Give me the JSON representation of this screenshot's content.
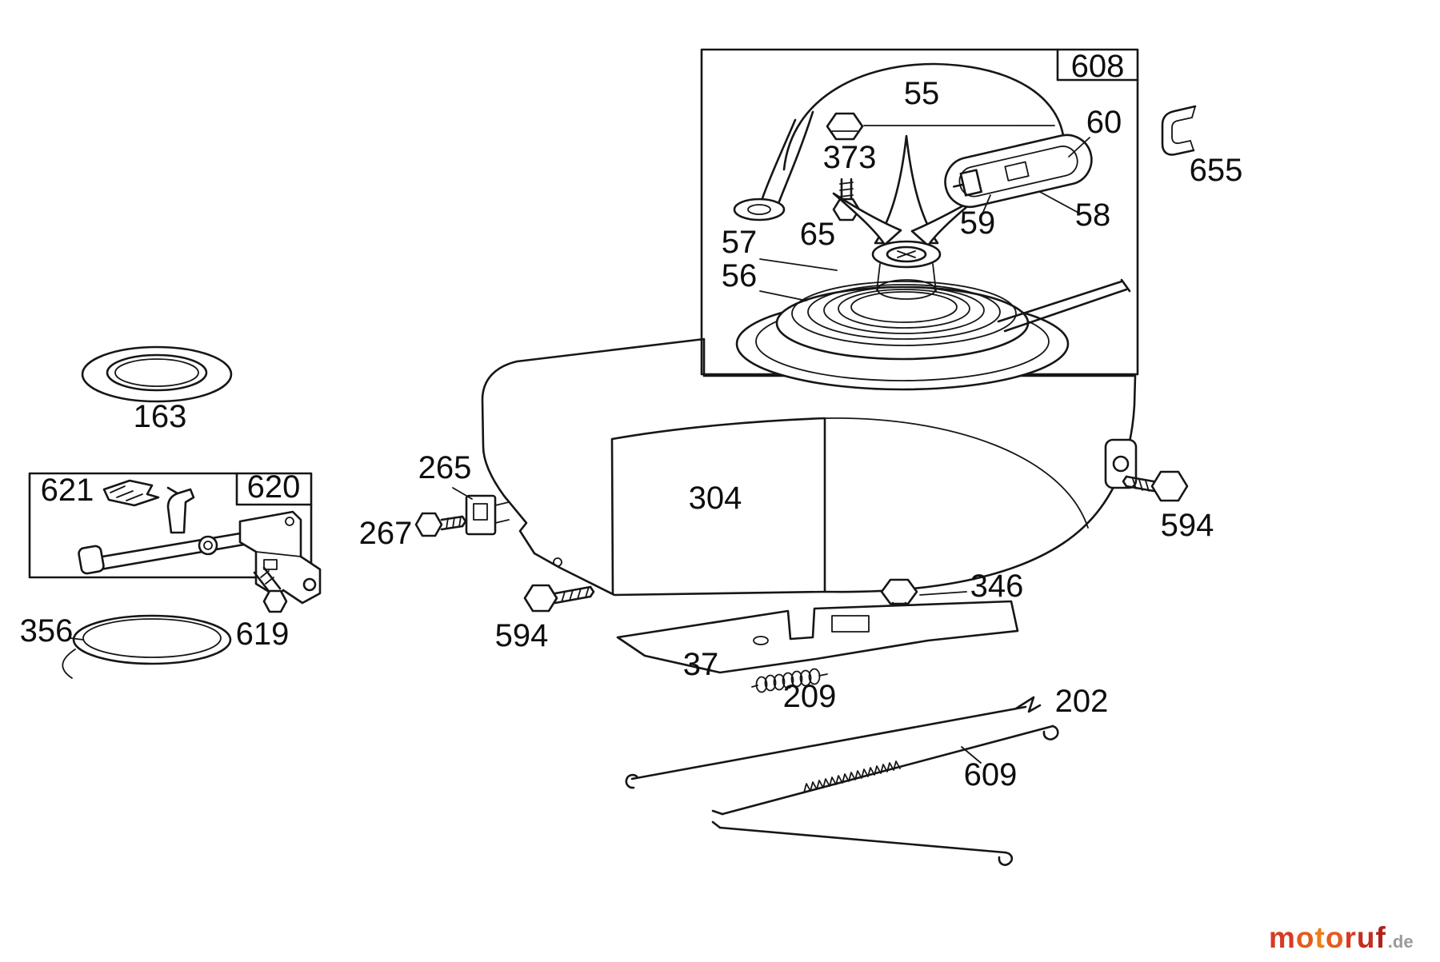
{
  "page": {
    "background": "#ffffff",
    "line_color": "#161616"
  },
  "labels": {
    "n608": "608",
    "n55": "55",
    "n373": "373",
    "n65": "65",
    "n57": "57",
    "n56": "56",
    "n59": "59",
    "n58": "58",
    "n60": "60",
    "n655": "655",
    "n163": "163",
    "n620": "620",
    "n621": "621",
    "n619": "619",
    "n356": "356",
    "n265": "265",
    "n267": "267",
    "n304": "304",
    "n594_right": "594",
    "n594_left": "594",
    "n346": "346",
    "n37": "37",
    "n209": "209",
    "n202": "202",
    "n609": "609"
  },
  "watermark": {
    "brand": "motoruf",
    "tld": ".de",
    "letter_colors": [
      "#d63a26",
      "#e55b1e",
      "#ef7d17",
      "#e55b1e",
      "#d63a26",
      "#c52d20",
      "#b2221c"
    ],
    "tld_color": "#9a9a9a"
  }
}
